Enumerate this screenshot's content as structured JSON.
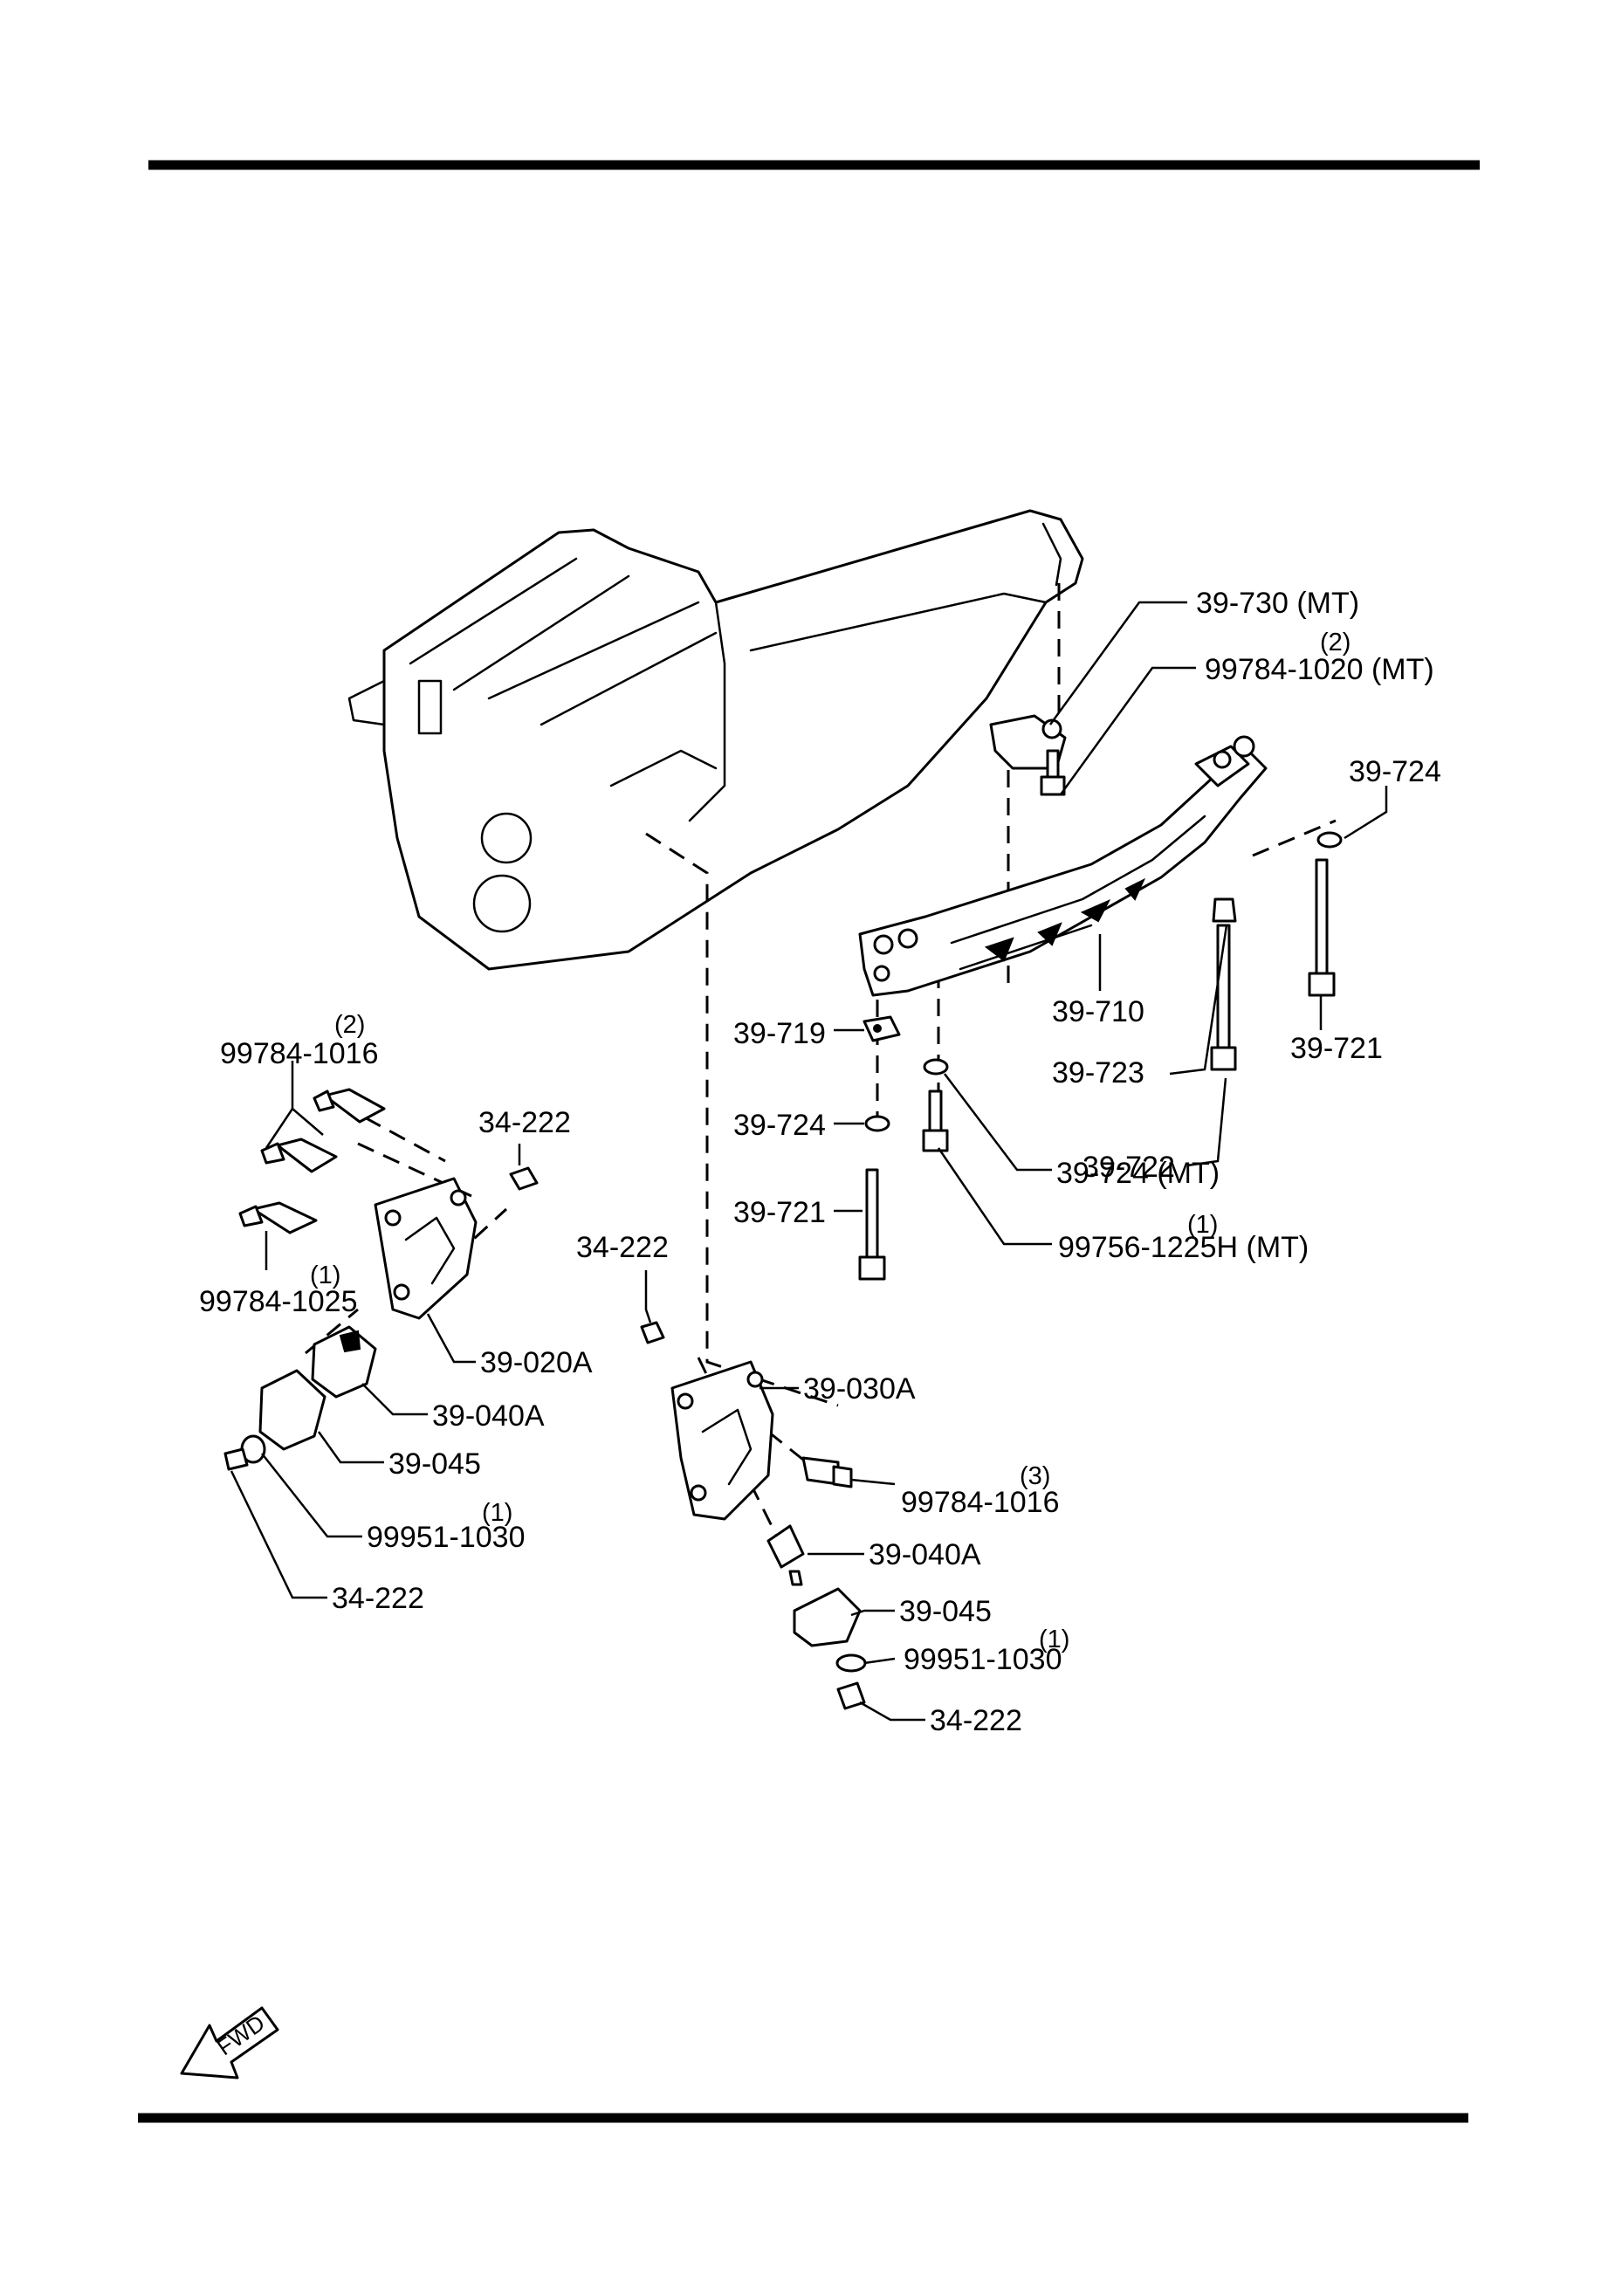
{
  "callouts": [
    {
      "part": "39-730",
      "suffix": "(MT)"
    },
    {
      "part": "99784-1020",
      "qty": "(2)",
      "suffix": "(MT)"
    },
    {
      "part": "39-724"
    },
    {
      "part": "39-710"
    },
    {
      "part": "39-719"
    },
    {
      "part": "39-723"
    },
    {
      "part": "39-721"
    },
    {
      "part": "39-722"
    },
    {
      "part": "39-724"
    },
    {
      "part": "39-724",
      "suffix": "(MT)"
    },
    {
      "part": "39-721"
    },
    {
      "part": "99756-1225H",
      "qty": "(1)",
      "suffix": "(MT)"
    },
    {
      "part": "99784-1016",
      "qty": "(2)"
    },
    {
      "part": "34-222"
    },
    {
      "part": "99784-1025",
      "qty": "(1)"
    },
    {
      "part": "39-020A"
    },
    {
      "part": "39-040A"
    },
    {
      "part": "39-045"
    },
    {
      "part": "99951-1030",
      "qty": "(1)"
    },
    {
      "part": "34-222"
    },
    {
      "part": "34-222"
    },
    {
      "part": "39-030A"
    },
    {
      "part": "99784-1016",
      "qty": "(3)"
    },
    {
      "part": "39-040A"
    },
    {
      "part": "39-045"
    },
    {
      "part": "99951-1030",
      "qty": "(1)"
    },
    {
      "part": "34-222"
    }
  ],
  "fwd_arrow": {
    "label": "FWD",
    "icon": "fwd-arrow-icon"
  }
}
